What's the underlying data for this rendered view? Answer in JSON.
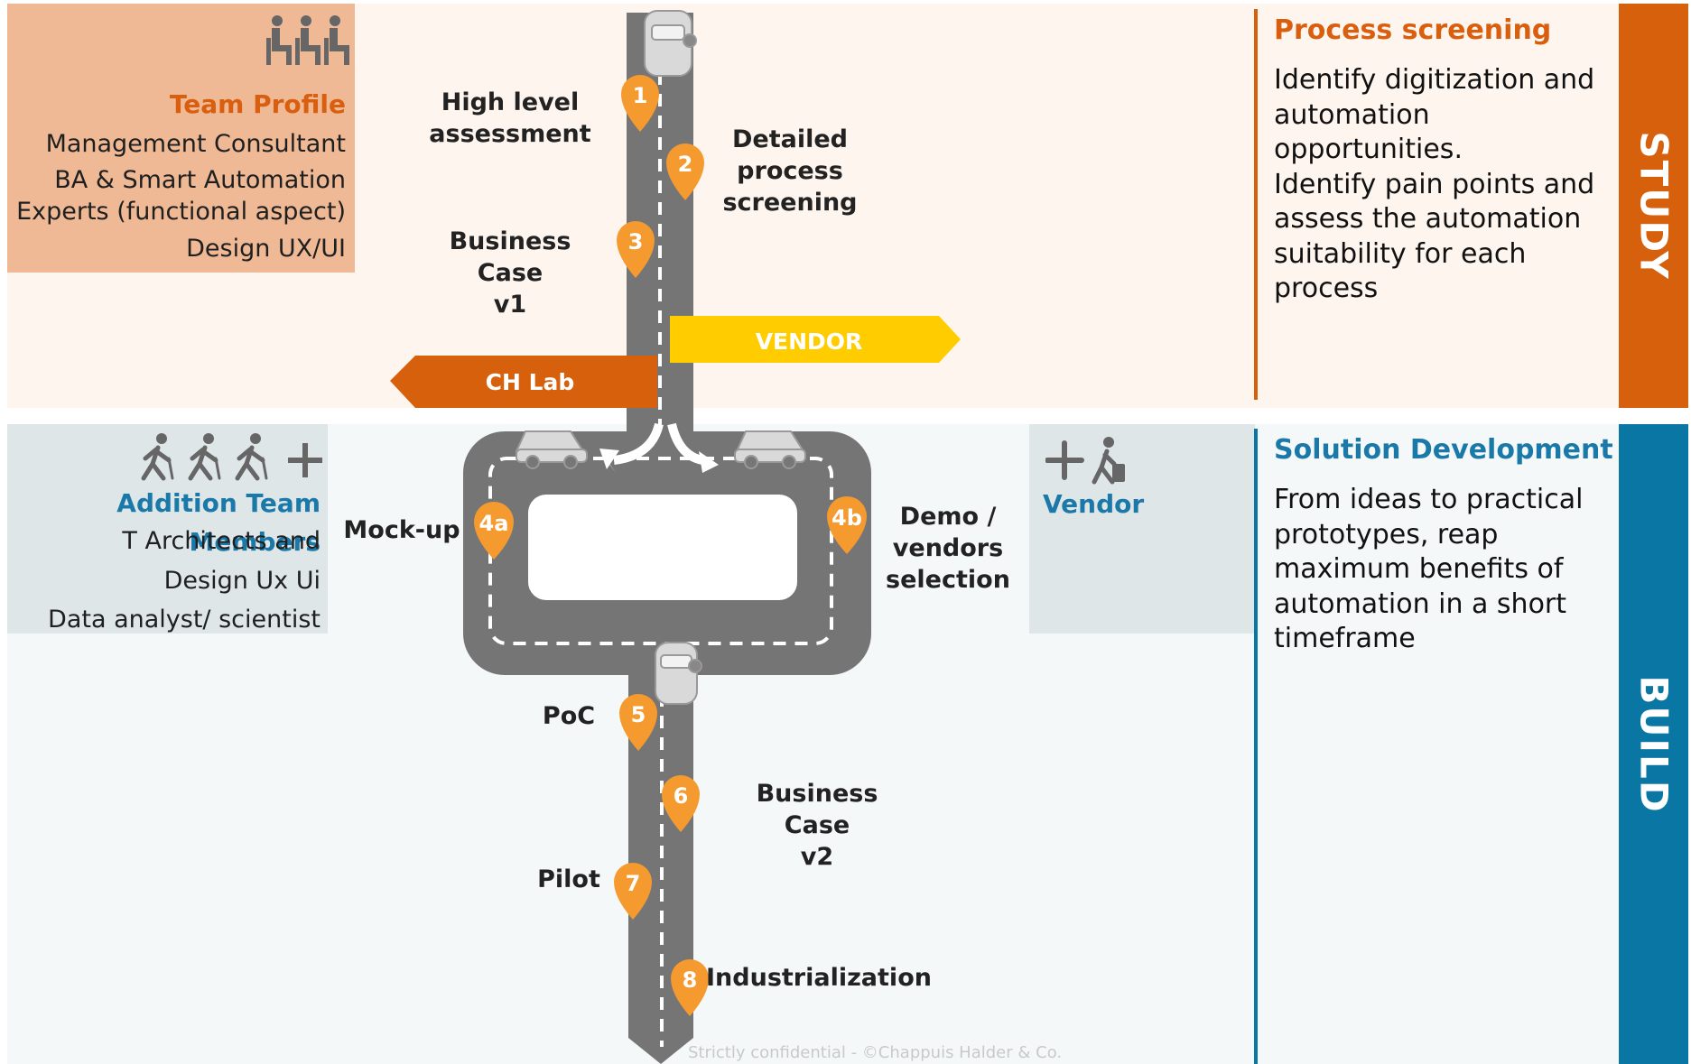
{
  "team_profile": {
    "title": "Team Profile",
    "lines": [
      "Management Consultant",
      "BA & Smart Automation",
      "Experts (functional aspect)",
      "Design UX/UI"
    ]
  },
  "additional_team": {
    "title": "Addition Team Members",
    "lines": [
      "T Architects and",
      "Design Ux Ui",
      "Data analyst/ scientist"
    ]
  },
  "vendor_box": {
    "title": "Vendor"
  },
  "signs": {
    "vendor": "VENDOR",
    "ch_lab": "CH Lab"
  },
  "stages": [
    {
      "num": "1",
      "label": "High level assessment"
    },
    {
      "num": "2",
      "label": "Detailed process screening"
    },
    {
      "num": "3",
      "label": "Business Case v1"
    },
    {
      "num": "4a",
      "label": "Mock-up"
    },
    {
      "num": "4b",
      "label": "Demo / vendors selection"
    },
    {
      "num": "5",
      "label": "PoC"
    },
    {
      "num": "6",
      "label": "Business Case v2"
    },
    {
      "num": "7",
      "label": "Pilot"
    },
    {
      "num": "8",
      "label": "Industrialization"
    }
  ],
  "stage_lines": {
    "s1": [
      "High level",
      "assessment"
    ],
    "s2": [
      "Detailed",
      "process",
      "screening"
    ],
    "s3": [
      "Business Case",
      "v1"
    ],
    "s4b": [
      "Demo /",
      "vendors",
      "selection"
    ],
    "s6": [
      "Business Case",
      "v2"
    ]
  },
  "study": {
    "tab": "STUDY",
    "title": "Process screening",
    "body_lines": [
      "Identify digitization and",
      "automation",
      "opportunities.",
      "Identify pain points and",
      "assess the automation",
      "suitability for each",
      "process"
    ]
  },
  "build": {
    "tab": "BUILD",
    "title": "Solution Development",
    "body_lines": [
      "From ideas to practical",
      "prototypes, reap",
      "maximum benefits of",
      "automation in a short",
      "timeframe"
    ]
  },
  "footer": "Strictly confidential - ©Chappuis Halder & Co.",
  "colors": {
    "orange": "#d95f0f",
    "pin_orange": "#f59a2e",
    "blue": "#1a79a8",
    "tab_blue": "#0a76a4",
    "tab_orange": "#d7600c",
    "road": "#757575",
    "vendor_yellow": "#ffcc00"
  }
}
